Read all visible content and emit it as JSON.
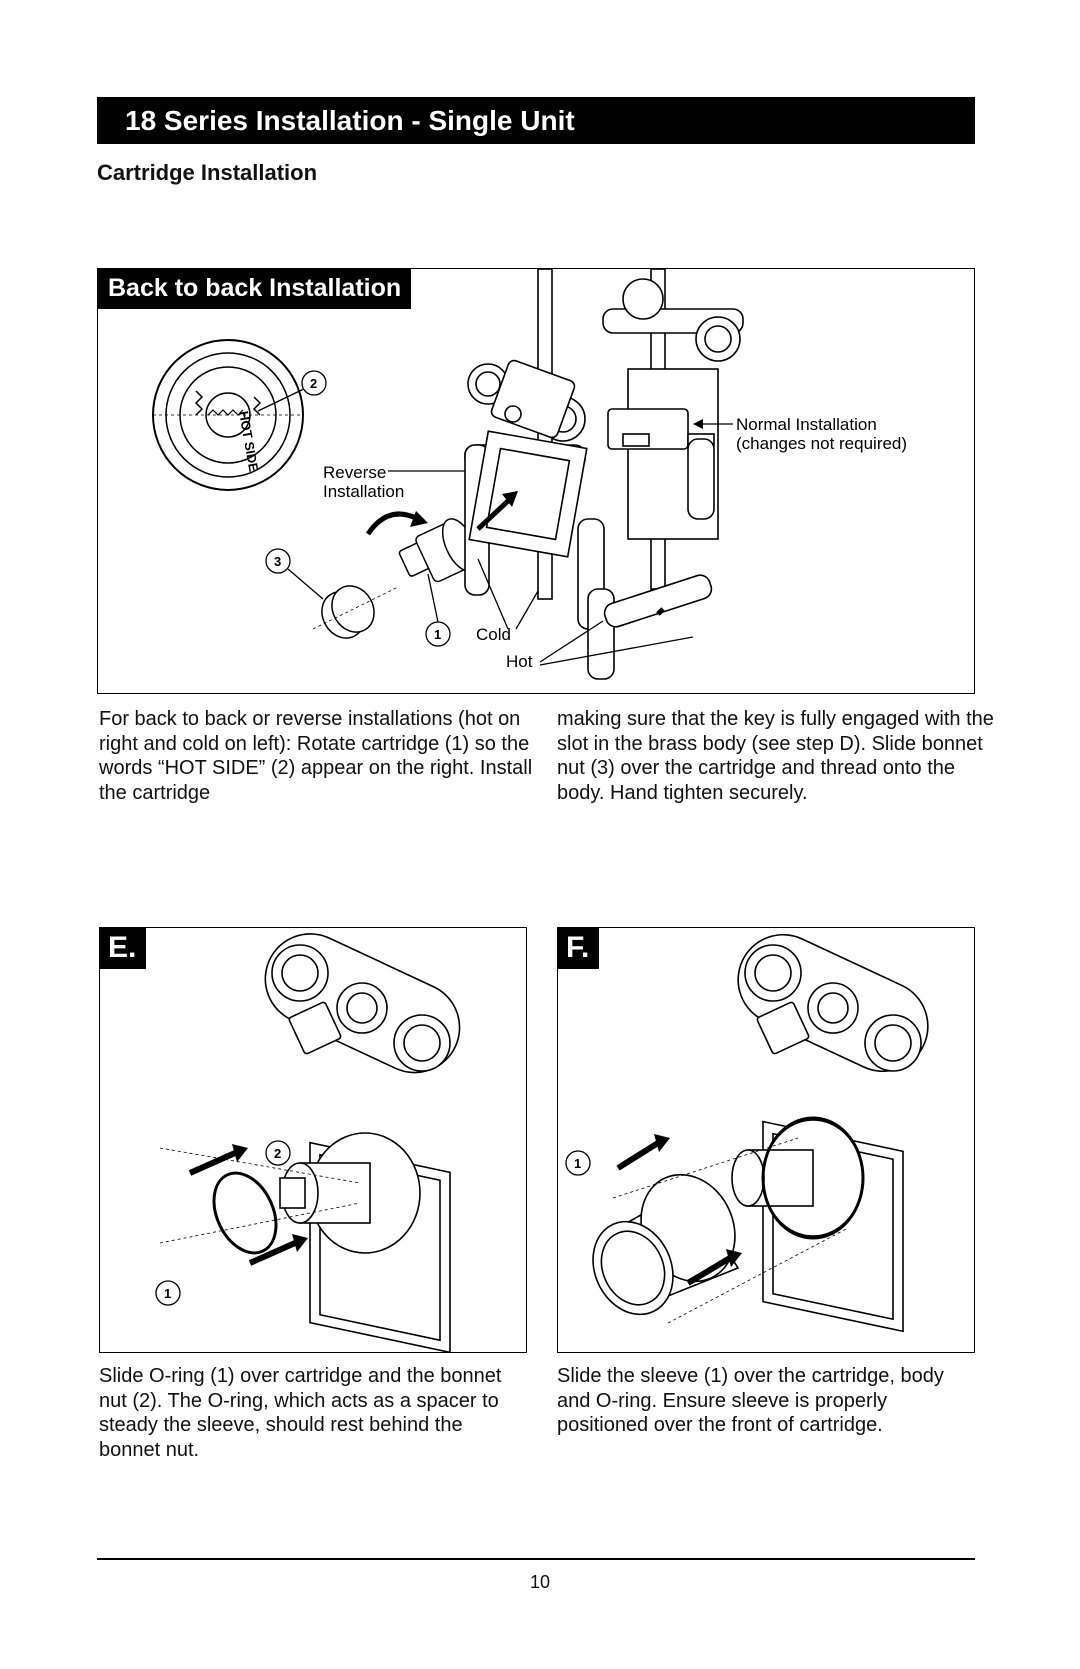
{
  "header": {
    "title": "18 Series Installation - Single Unit",
    "subtitle": "Cartridge Installation"
  },
  "top_panel": {
    "label": "Back to back Installation",
    "callouts": {
      "normal_line1": "Normal Installation",
      "normal_line2": "(changes not required)",
      "reverse_line1": "Reverse",
      "reverse_line2": "Installation",
      "cold": "Cold",
      "hot": "Hot",
      "hot_side_mark": "HOT SIDE"
    },
    "numbers": {
      "n1": "1",
      "n2": "2",
      "n3": "3"
    }
  },
  "instructions": {
    "left": "For back to back or reverse installations (hot on right and cold on left): Rotate cartridge (1) so the words “HOT SIDE” (2) appear on the right. Install the cartridge",
    "right": "making sure that the key is fully engaged with the slot in the brass body (see step D). Slide bonnet nut (3) over the cartridge and thread onto the body. Hand tighten securely."
  },
  "step_e": {
    "label": "E.",
    "numbers": {
      "n1": "1",
      "n2": "2"
    },
    "text": "Slide O-ring (1) over cartridge and the bonnet nut (2). The O-ring, which acts as a spacer to steady the sleeve, should rest behind the bonnet nut."
  },
  "step_f": {
    "label": "F.",
    "numbers": {
      "n1": "1"
    },
    "text": "Slide the sleeve (1) over the cartridge, body and O-ring. Ensure sleeve is properly positioned over the front of cartridge."
  },
  "footer": {
    "page_number": "10"
  }
}
